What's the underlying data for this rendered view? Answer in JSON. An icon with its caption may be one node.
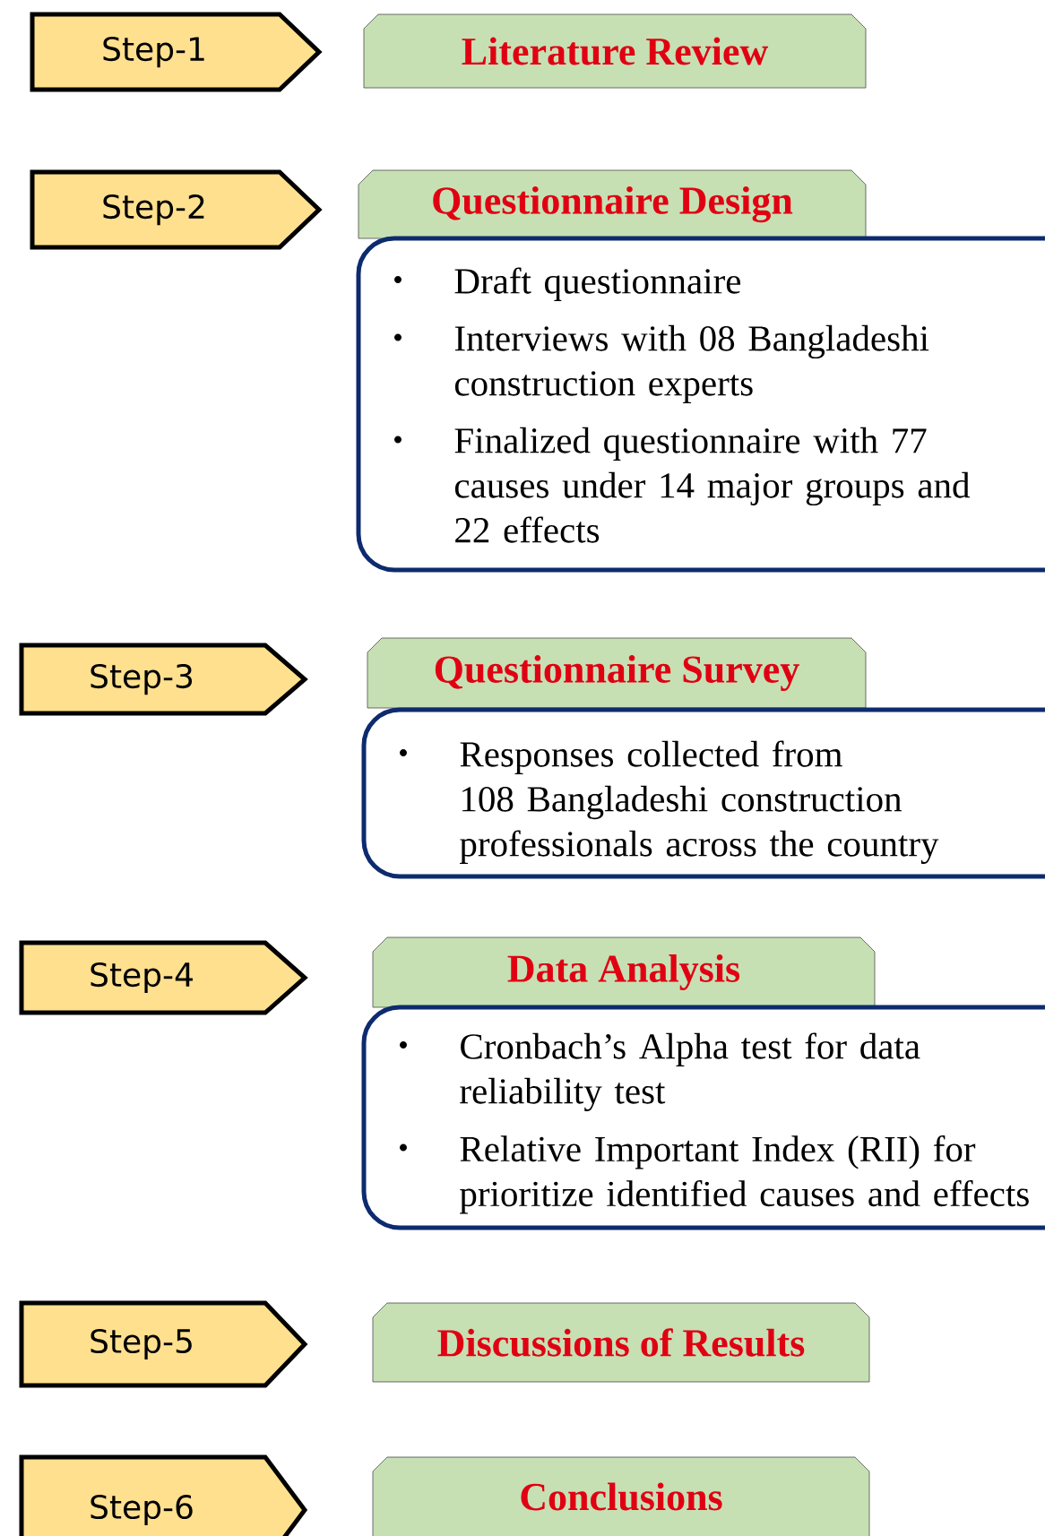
{
  "diagram": {
    "nodes": [
      {
        "text": [
          "Step-1"
        ]
      },
      {
        "text": [
          "Literature Review"
        ]
      },
      {
        "text": [
          "Step-2"
        ]
      },
      {
        "text": [
          "Questionnaire Design"
        ]
      },
      {
        "text": [
          "Draft questionnaire",
          "Interviews with 08 Bangladeshi construction experts",
          "Finalized questionnaire with 77 causes under 14 major groups and 22 effects"
        ]
      },
      {
        "text": [
          "Step-3"
        ]
      },
      {
        "text": [
          "Questionnaire Survey"
        ]
      },
      {
        "text": [
          "Responses collected from 108 Bangladeshi construction professionals across the country"
        ]
      },
      {
        "text": [
          "Step-4"
        ]
      },
      {
        "text": [
          "Data Analysis"
        ]
      },
      {
        "text": [
          "Cronbach’s Alpha test for data reliability test",
          "Relative Important Index (RII) for prioritize identified causes and effects"
        ]
      },
      {
        "text": [
          "Step-5"
        ]
      },
      {
        "text": [
          "Discussions of Results"
        ]
      },
      {
        "text": [
          "Step-6"
        ]
      },
      {
        "text": [
          "Conclusions"
        ]
      }
    ]
  }
}
